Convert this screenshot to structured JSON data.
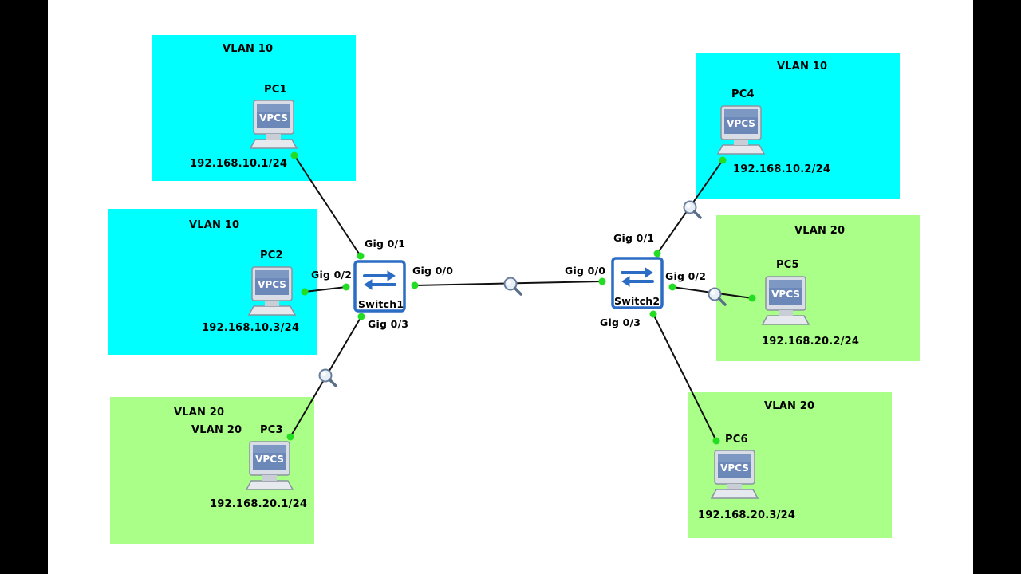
{
  "zones": [
    {
      "id": "z-pc1",
      "vlan": "VLAN 10",
      "color": "cyan"
    },
    {
      "id": "z-pc2",
      "vlan": "VLAN 10",
      "color": "cyan"
    },
    {
      "id": "z-pc3",
      "vlan": "VLAN 20",
      "vlan_extra": "VLAN 20",
      "color": "green"
    },
    {
      "id": "z-pc4",
      "vlan": "VLAN 10",
      "color": "cyan"
    },
    {
      "id": "z-pc5",
      "vlan": "VLAN 20",
      "color": "green"
    },
    {
      "id": "z-pc6",
      "vlan": "VLAN 20",
      "color": "green"
    }
  ],
  "pcs": [
    {
      "name": "PC1",
      "icon_text": "VPCS",
      "ip": "192.168.10.1/24"
    },
    {
      "name": "PC2",
      "icon_text": "VPCS",
      "ip": "192.168.10.3/24"
    },
    {
      "name": "PC3",
      "icon_text": "VPCS",
      "ip": "192.168.20.1/24"
    },
    {
      "name": "PC4",
      "icon_text": "VPCS",
      "ip": "192.168.10.2/24"
    },
    {
      "name": "PC5",
      "icon_text": "VPCS",
      "ip": "192.168.20.2/24"
    },
    {
      "name": "PC6",
      "icon_text": "VPCS",
      "ip": "192.168.20.3/24"
    }
  ],
  "switches": [
    {
      "name": "Switch1",
      "icon": "switch-icon",
      "ports": {
        "g1": "Gig 0/1",
        "g2": "Gig 0/2",
        "g3": "Gig 0/3",
        "g0": "Gig 0/0"
      }
    },
    {
      "name": "Switch2",
      "icon": "switch-icon",
      "ports": {
        "g1": "Gig 0/1",
        "g2": "Gig 0/2",
        "g3": "Gig 0/3",
        "g0": "Gig 0/0"
      }
    }
  ],
  "colors": {
    "vlan10": "#00ffff",
    "vlan20": "#aaff88",
    "link_dot": "#22dd22",
    "switch_blue": "#2b6cc4"
  },
  "capture_icon": "magnifier-icon"
}
